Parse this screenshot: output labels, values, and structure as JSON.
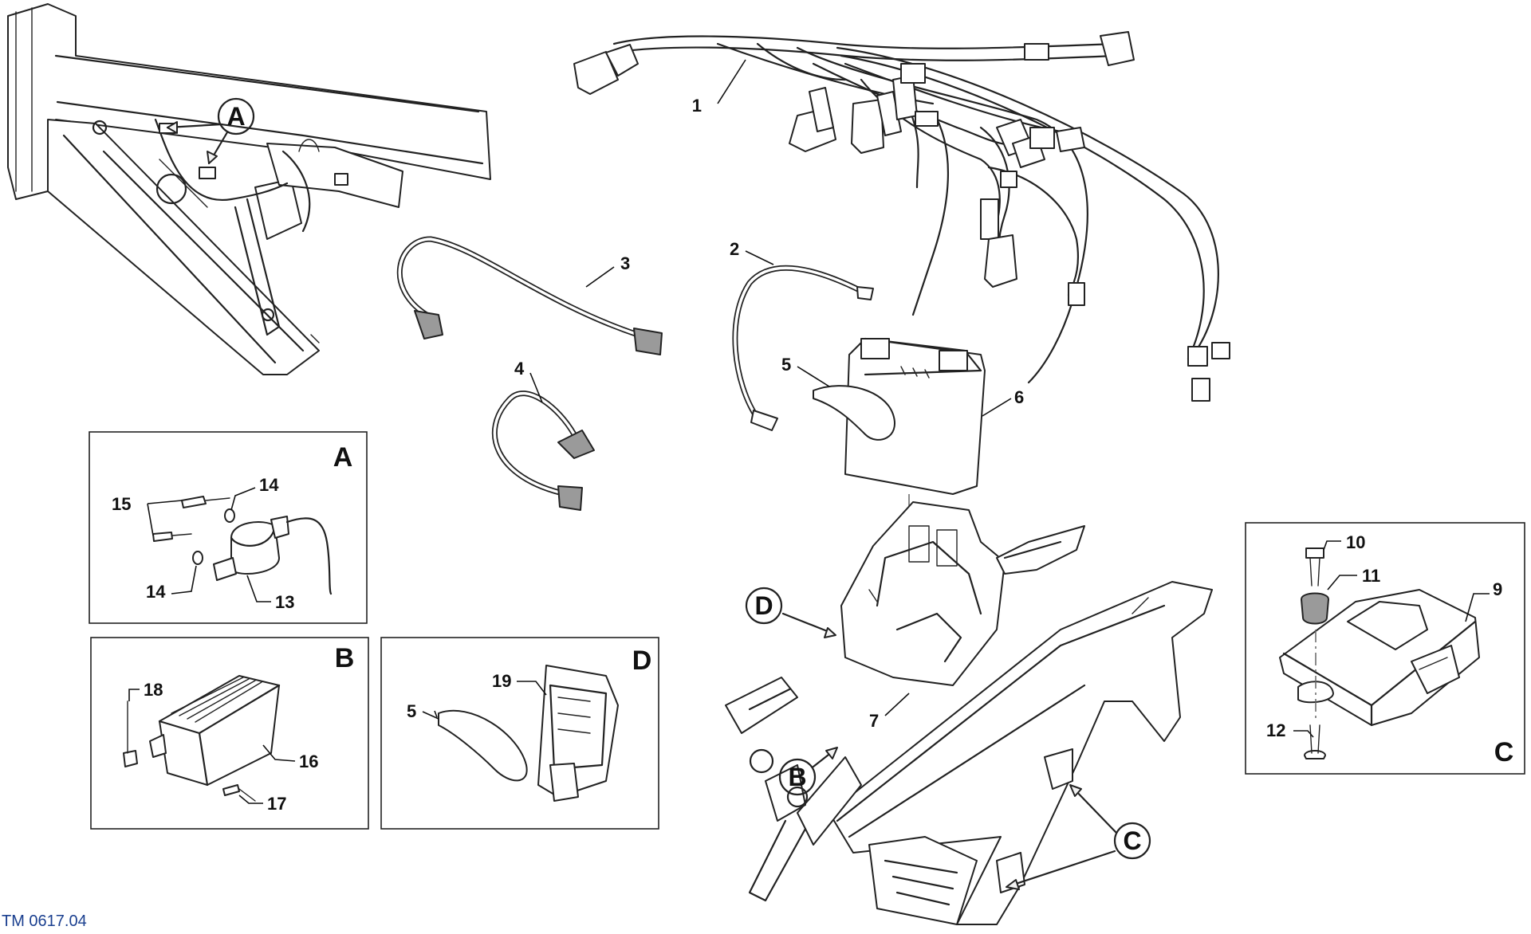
{
  "document_code": "TM 0617.04",
  "callouts": {
    "A": "A",
    "B": "B",
    "C": "C",
    "D": "D"
  },
  "detail_boxes": {
    "A": "A",
    "B": "B",
    "C": "C",
    "D": "D"
  },
  "parts": {
    "p1": "1",
    "p2": "2",
    "p3": "3",
    "p4": "4",
    "p5": "5",
    "p5b": "5",
    "p6": "6",
    "p7": "7",
    "p9": "9",
    "p10": "10",
    "p11": "11",
    "p12": "12",
    "p13": "13",
    "p14a": "14",
    "p14b": "14",
    "p15": "15",
    "p16": "16",
    "p17": "17",
    "p18": "18",
    "p19": "19"
  },
  "colors": {
    "line": "#222222",
    "code_text": "#1a3f8f",
    "background": "#ffffff"
  }
}
